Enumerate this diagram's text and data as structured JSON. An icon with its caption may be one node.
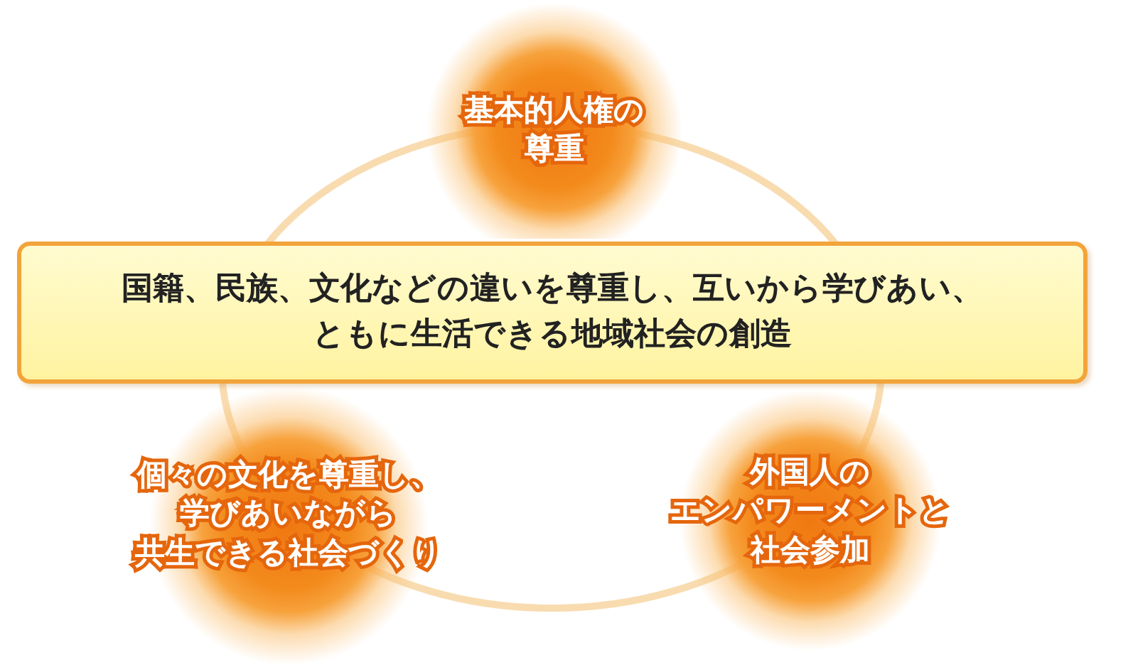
{
  "diagram": {
    "nodes": [
      {
        "text": [
          "基本的人権の尊重"
        ]
      },
      {
        "text": [
          "国籍、民族、文化などの違いを尊重し、互いから学びあい、ともに生活できる地域社会の創造"
        ]
      },
      {
        "text": [
          "個々の文化を尊重し、学びあいながら共生できる社会づくり"
        ]
      },
      {
        "text": [
          "外国人のエンパワーメントと社会参加"
        ]
      }
    ]
  }
}
